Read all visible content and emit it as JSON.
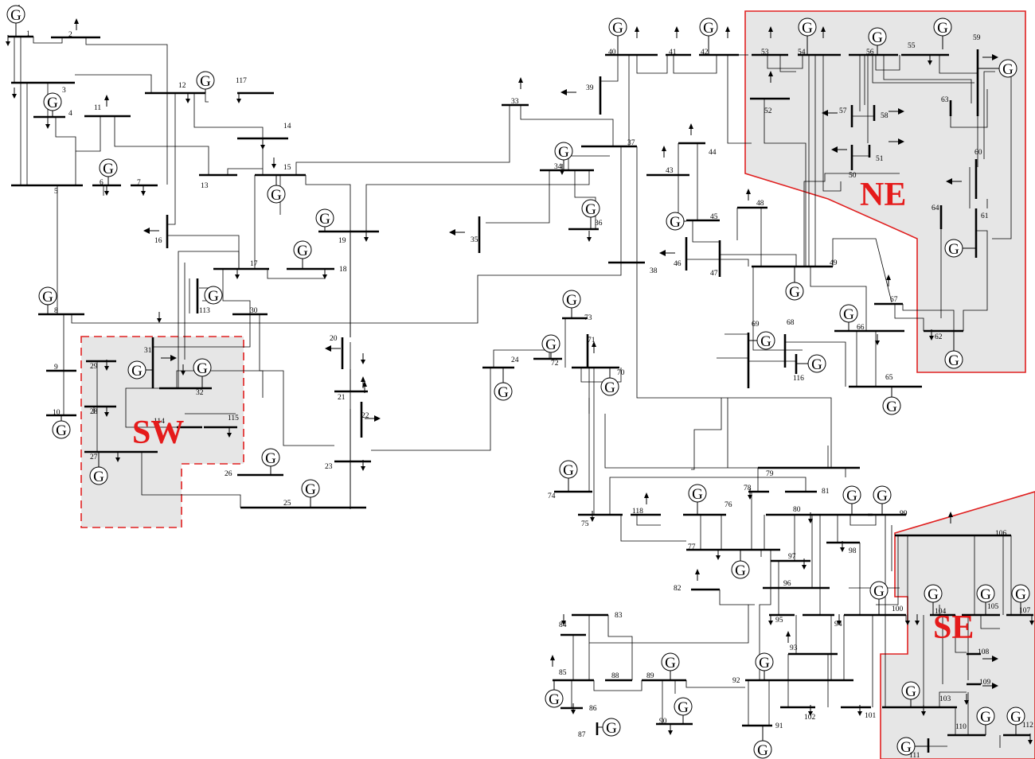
{
  "regions": [
    {
      "id": "NE",
      "label": "NE",
      "fill": "#e6e6e6",
      "stroke": "#e02020",
      "dashed": false
    },
    {
      "id": "SW",
      "label": "SW",
      "fill": "#e6e6e6",
      "stroke": "#e02020",
      "dashed": true
    },
    {
      "id": "SE",
      "label": "SE",
      "fill": "#e6e6e6",
      "stroke": "#e02020",
      "dashed": false
    }
  ],
  "generator_symbol": "G",
  "colors": {
    "region_label": "#e51b1b",
    "region_border": "#e02020",
    "line": "#000000"
  },
  "bus_labels": [
    "1",
    "2",
    "3",
    "4",
    "5",
    "6",
    "7",
    "8",
    "9",
    "10",
    "11",
    "12",
    "13",
    "14",
    "15",
    "16",
    "17",
    "18",
    "19",
    "20",
    "21",
    "22",
    "23",
    "24",
    "25",
    "26",
    "27",
    "28",
    "29",
    "30",
    "31",
    "32",
    "33",
    "34",
    "35",
    "36",
    "37",
    "38",
    "39",
    "40",
    "41",
    "42",
    "43",
    "44",
    "45",
    "46",
    "47",
    "48",
    "49",
    "50",
    "51",
    "52",
    "53",
    "54",
    "55",
    "56",
    "57",
    "58",
    "59",
    "60",
    "61",
    "62",
    "63",
    "64",
    "65",
    "66",
    "67",
    "68",
    "69",
    "70",
    "71",
    "72",
    "73",
    "74",
    "75",
    "76",
    "77",
    "78",
    "79",
    "80",
    "81",
    "82",
    "83",
    "84",
    "85",
    "86",
    "87",
    "88",
    "89",
    "90",
    "91",
    "92",
    "93",
    "94",
    "95",
    "96",
    "97",
    "98",
    "99",
    "100",
    "101",
    "102",
    "103",
    "104",
    "105",
    "106",
    "107",
    "108",
    "109",
    "110",
    "111",
    "112",
    "113",
    "114",
    "115",
    "116",
    "117",
    "118"
  ]
}
